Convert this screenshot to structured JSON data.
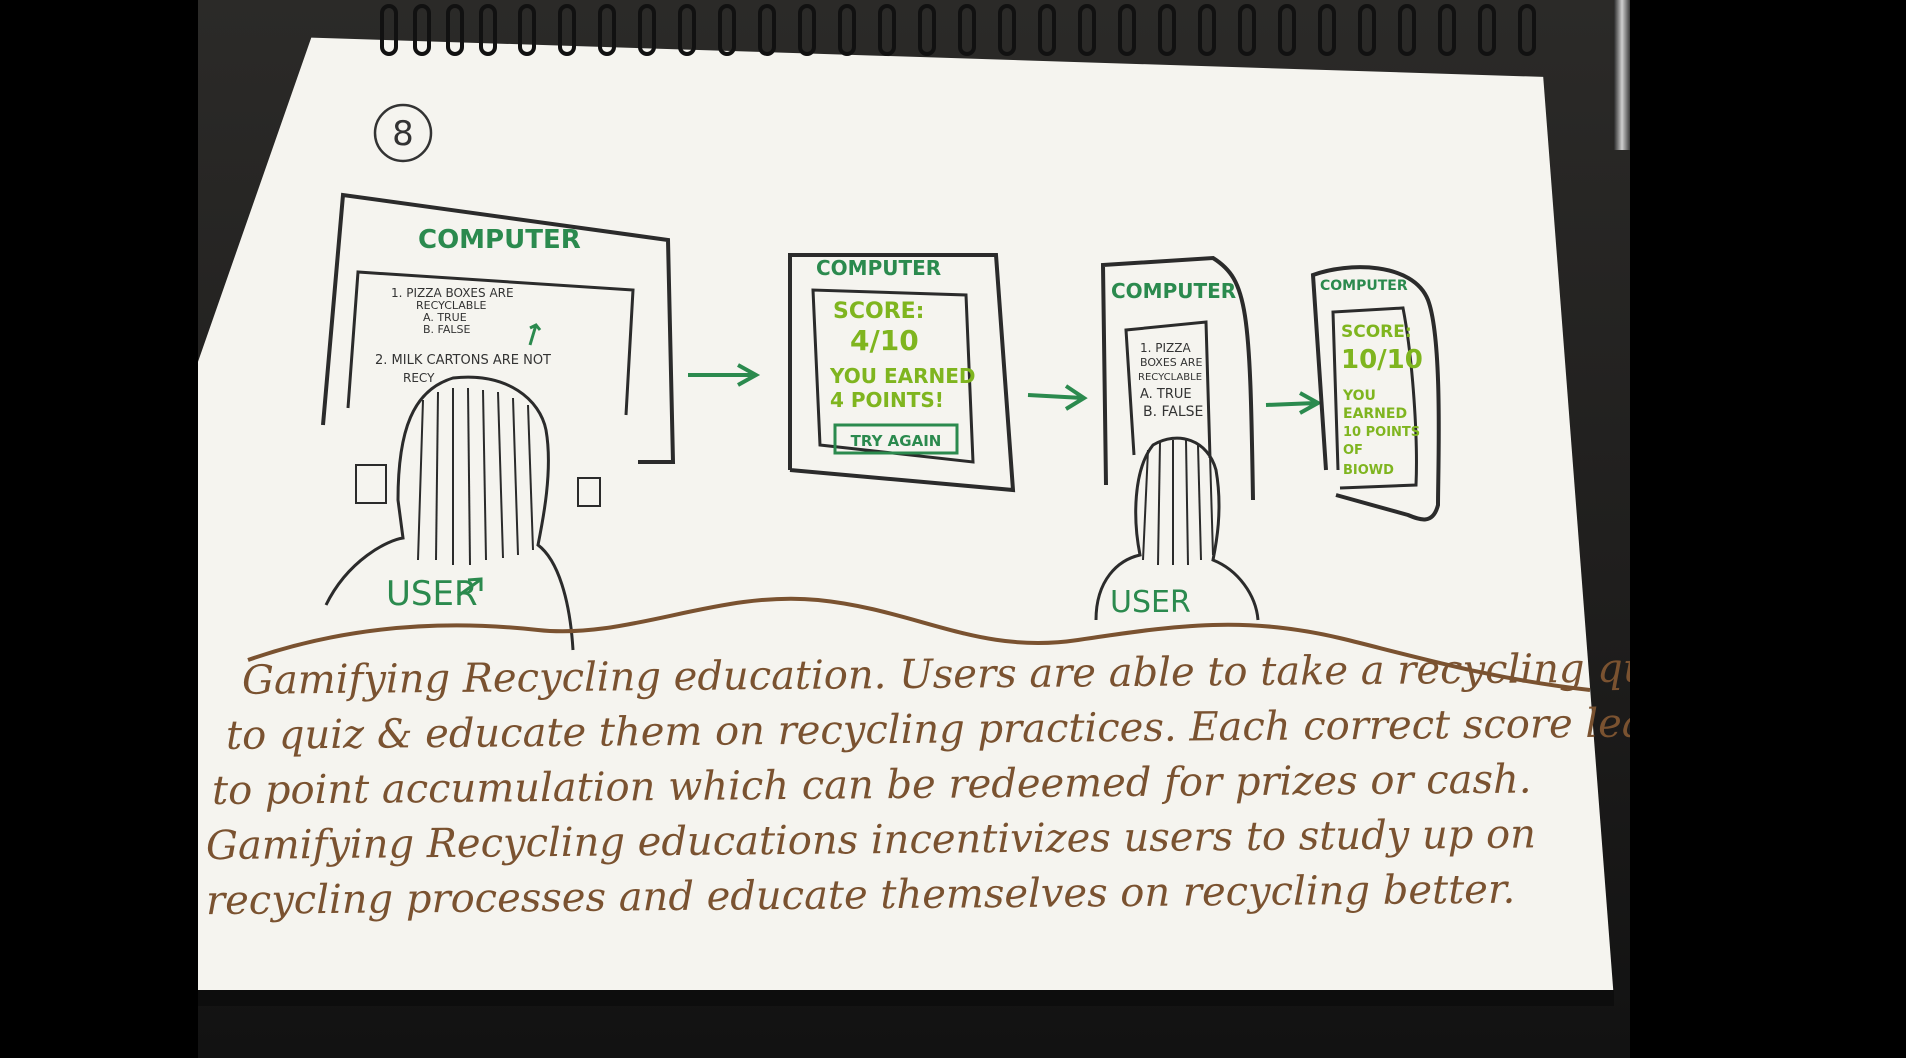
{
  "page_number": "8",
  "panels": [
    {
      "title": "COMPUTER",
      "quiz_lines": [
        "1. PIZZA BOXES ARE",
        "RECYCLABLE",
        "A. TRUE",
        "B. FALSE",
        "2. MILK CARTONS ARE NOT",
        "RECY"
      ],
      "user_label": "USER"
    },
    {
      "title": "COMPUTER",
      "score_label": "SCORE:",
      "score_value": "4/10",
      "earned_lines": [
        "YOU EARNED",
        "4 POINTS!"
      ],
      "button_label": "TRY AGAIN"
    },
    {
      "title": "COMPUTER",
      "quiz_lines": [
        "1. PIZZA",
        "BOXES ARE",
        "RECYCLABLE",
        "A. TRUE",
        "B. FALSE"
      ],
      "user_label": "USER"
    },
    {
      "title": "COMPUTER",
      "score_label": "SCORE:",
      "score_value": "10/10",
      "earned_lines": [
        "YOU",
        "EARNED",
        "10 POINTS",
        "OF",
        "BIOWD"
      ]
    }
  ],
  "caption_lines": [
    "Gamifying Recycling education. Users are able to take a recycling quiz",
    "to quiz & educate them on recycling practices. Each correct score leads",
    "to point accumulation which can be redeemed for prizes or cash.",
    "Gamifying Recycling educations incentivizes users to study up on",
    "recycling processes and educate themselves on recycling better."
  ],
  "colors": {
    "ink_dark": "#2b2b2b",
    "ink_green": "#2b8a4e",
    "ink_lime": "#7fb51f",
    "ink_brown": "#7a5230",
    "paper": "#f5f4ef"
  }
}
